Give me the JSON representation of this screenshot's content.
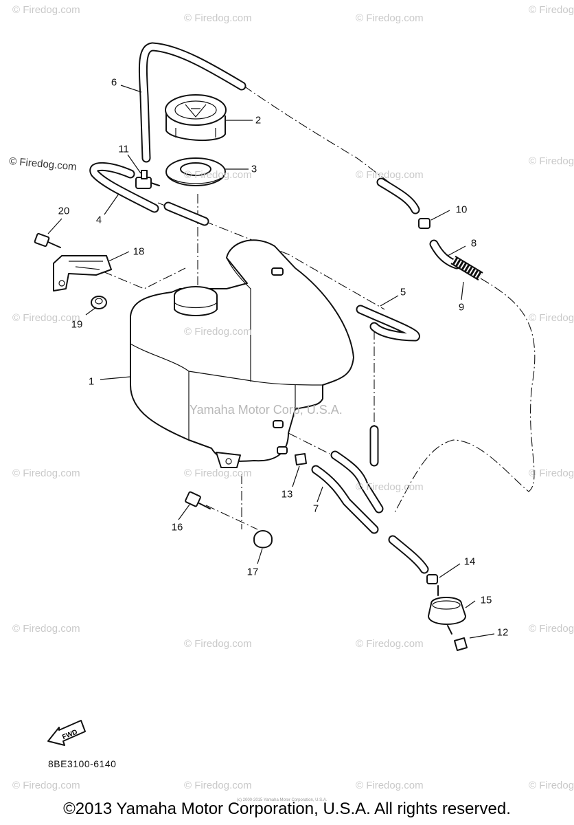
{
  "watermark": {
    "text": "© Firedog.com",
    "primary_text": "© Firedog.com"
  },
  "center_watermark": "Yamaha Motor Corp, U.S.A.",
  "callouts": [
    "1",
    "2",
    "3",
    "4",
    "5",
    "6",
    "7",
    "8",
    "9",
    "10",
    "11",
    "12",
    "13",
    "14",
    "15",
    "16",
    "17",
    "18",
    "19",
    "20"
  ],
  "fwd_label": "FWD",
  "part_code": "8BE3100-6140",
  "tiny_print": "(c) 2000-2015 Yamaha Motor Corporation, U.S.A.",
  "copyright": "©2013 Yamaha Motor Corporation, U.S.A. All rights reserved."
}
